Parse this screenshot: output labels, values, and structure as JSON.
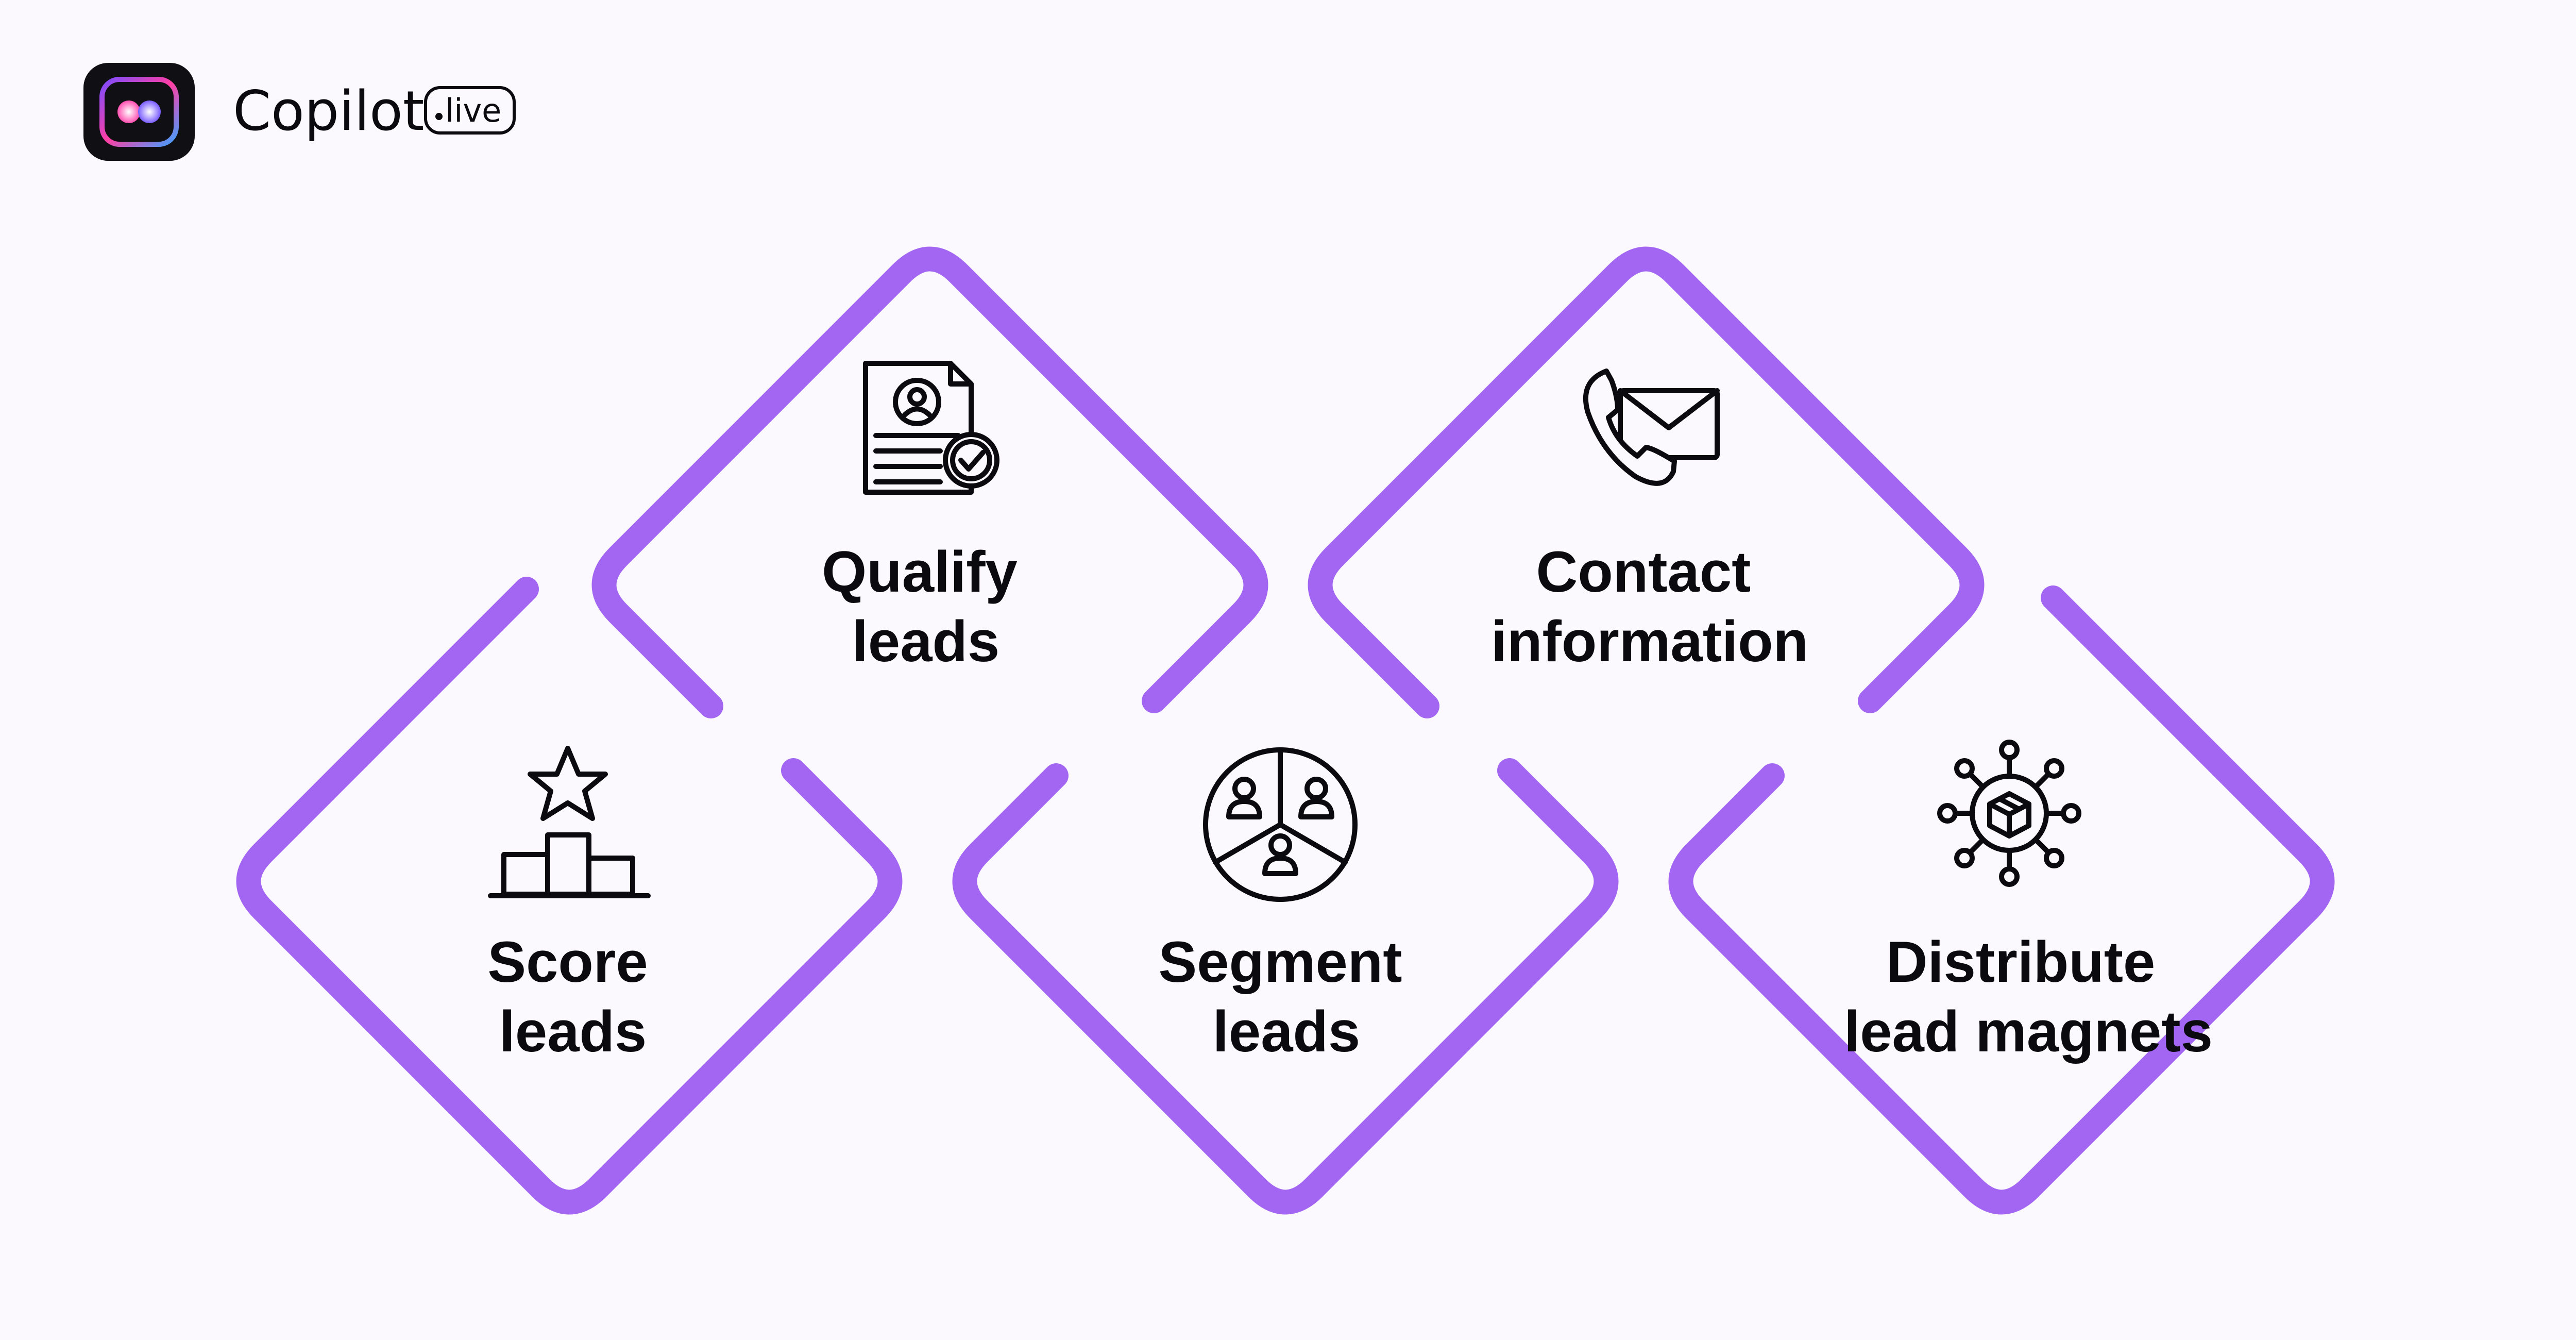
{
  "brand": {
    "name": "Copilot",
    "badge": "live"
  },
  "colors": {
    "background": "#fbf9fd",
    "accent": "#a266f2",
    "text": "#0b0b0f",
    "logo_bg": "#0f0f14"
  },
  "steps": [
    {
      "line1": "Score",
      "line2": "leads",
      "icon": "podium-star-icon"
    },
    {
      "line1": "Qualify",
      "line2": "leads",
      "icon": "resume-check-icon"
    },
    {
      "line1": "Segment",
      "line2": "leads",
      "icon": "segment-pie-icon"
    },
    {
      "line1": "Contact",
      "line2": "information",
      "icon": "phone-mail-icon"
    },
    {
      "line1": "Distribute",
      "line2": "lead magnets",
      "icon": "network-box-icon"
    }
  ]
}
